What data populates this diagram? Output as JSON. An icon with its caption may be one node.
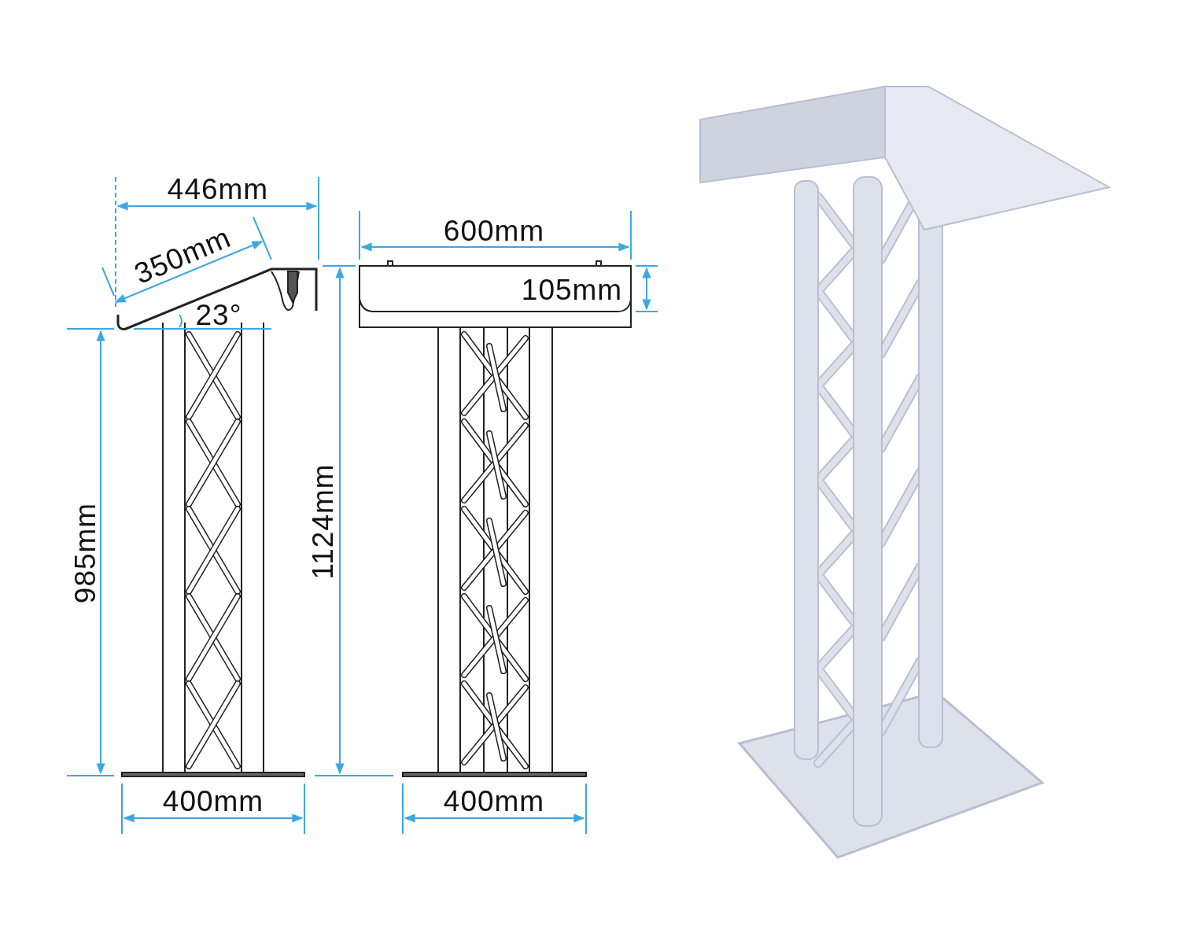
{
  "diagram": {
    "labels": [
      "446mm",
      "350mm",
      "23°",
      "600mm",
      "105mm",
      "985mm",
      "1124mm",
      "400mm",
      "400mm"
    ]
  }
}
